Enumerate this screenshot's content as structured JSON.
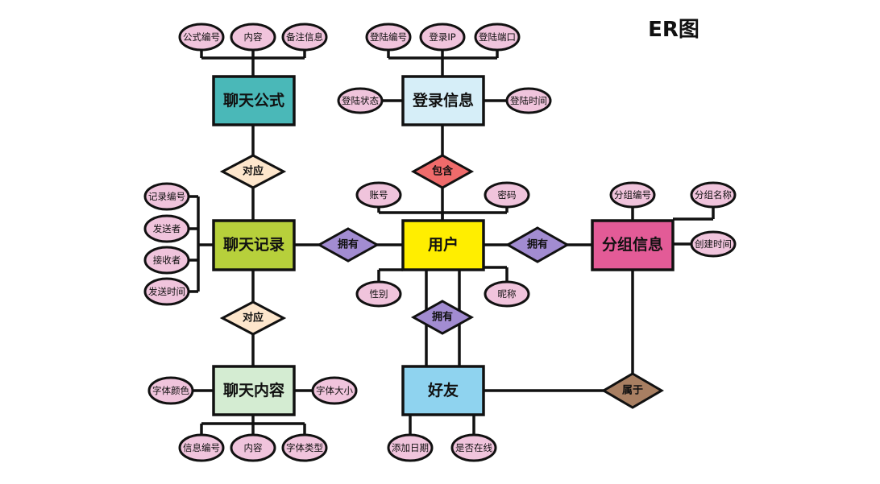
{
  "title": "ER图",
  "colors": {
    "attr_fill": "#f0c4dc",
    "stroke": "#111111"
  },
  "entities": {
    "chat_formula": {
      "label": "聊天公式",
      "color": "#4ab8b8"
    },
    "login_info": {
      "label": "登录信息",
      "color": "#d6eef8"
    },
    "chat_record": {
      "label": "聊天记录",
      "color": "#b7d03b"
    },
    "user": {
      "label": "用户",
      "color": "#ffee00"
    },
    "group_info": {
      "label": "分组信息",
      "color": "#e35b97"
    },
    "chat_content": {
      "label": "聊天内容",
      "color": "#d4ecd2"
    },
    "friend": {
      "label": "好友",
      "color": "#8fd3ef"
    }
  },
  "relationships": {
    "formula_record": {
      "label": "对应",
      "color": "#fde6cc"
    },
    "login_user": {
      "label": "包含",
      "color": "#ef6b6b"
    },
    "record_user": {
      "label": "拥有",
      "color": "#a28cd1"
    },
    "user_group": {
      "label": "拥有",
      "color": "#a28cd1"
    },
    "record_content": {
      "label": "对应",
      "color": "#fde6cc"
    },
    "user_friend": {
      "label": "拥有",
      "color": "#a28cd1"
    },
    "friend_group": {
      "label": "属于",
      "color": "#a87f62"
    }
  },
  "attributes": {
    "formula_id": "公式编号",
    "formula_content": "内容",
    "formula_note": "备注信息",
    "login_id": "登陆编号",
    "login_ip": "登录IP",
    "login_port": "登陆端口",
    "login_status": "登陆状态",
    "login_time": "登陆时间",
    "record_id": "记录编号",
    "record_sender": "发送者",
    "record_receiver": "接收者",
    "record_time": "发送时间",
    "user_account": "账号",
    "user_password": "密码",
    "user_gender": "性别",
    "user_nickname": "昵称",
    "group_id": "分组编号",
    "group_name": "分组名称",
    "group_created": "创建时间",
    "content_font_color": "字体颜色",
    "content_font_size": "字体大小",
    "content_info_id": "信息编号",
    "content_body": "内容",
    "content_font_type": "字体类型",
    "friend_added": "添加日期",
    "friend_online": "是否在线"
  }
}
